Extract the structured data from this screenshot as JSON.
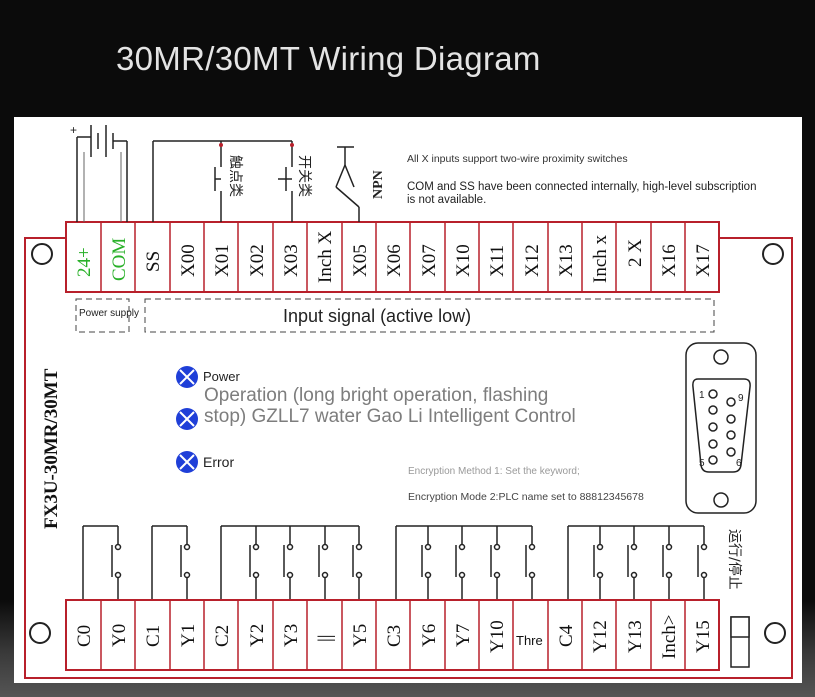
{
  "header": {
    "title": "30MR/30MT Wiring Diagram"
  },
  "notes": {
    "note1": "All X inputs support two-wire proximity switches",
    "note2_line1": "COM and SS have been connected internally, high-level subscription",
    "note2_line2": "is not available."
  },
  "switch_labels": {
    "contact_type": "触点类",
    "switch_type": "开关类",
    "npn": "NPN"
  },
  "battery_plus": "+",
  "top_terminals": [
    "24+",
    "COM",
    "SS",
    "X00",
    "X01",
    "X02",
    "X03",
    "Inch X",
    "X05",
    "X06",
    "X07",
    "X10",
    "X11",
    "X12",
    "X13",
    "Inch x",
    "2 X",
    "X16",
    "X17"
  ],
  "bottom_terminals": [
    "C0",
    "Y0",
    "C1",
    "Y1",
    "C2",
    "Y2",
    "Y3",
    "||",
    "Y5",
    "C3",
    "Y6",
    "Y7",
    "Y10",
    "Thre",
    "C4",
    "Y12",
    "Y13",
    "Inch>",
    "Y15"
  ],
  "groups": {
    "power_supply": "Power supply",
    "input_signal": "Input signal (active low)"
  },
  "model": "FX3U-30MR/30MT",
  "leds": {
    "power": "Power",
    "operation_line1": "Operation (long bright operation, flashing",
    "operation_line2": "stop) GZLL7 water Gao Li Intelligent Control",
    "error": "Error"
  },
  "encryption": {
    "method1": "Encryption Method 1: Set the keyword;",
    "mode2": "Encryption Mode 2:PLC name set to 88812345678"
  },
  "db9": {
    "pin1": "1",
    "pin5": "5",
    "pin6": "6",
    "pin9": "9"
  },
  "run_stop": "运行/停止",
  "colors": {
    "border": "#b8202b",
    "green_terminal": "#28b028",
    "led_blue": "#1f3fd8",
    "header_bg": "#0b0b0b"
  }
}
